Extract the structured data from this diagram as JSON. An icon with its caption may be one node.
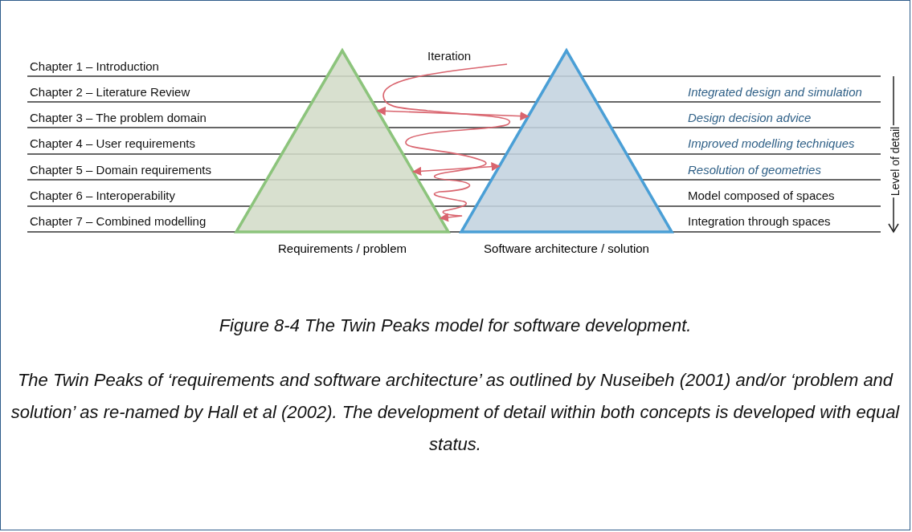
{
  "diagram": {
    "caption": "Figure 8-4 The Twin Peaks model for software development.",
    "nodes": [
      {
        "text": [
          "Requirements / problem"
        ]
      },
      {
        "text": [
          "Software architecture / solution"
        ]
      }
    ],
    "edges": [
      {
        "from": null,
        "to": 0,
        "arrow": "to",
        "label": "Iteration"
      },
      {
        "from": 0,
        "to": 1,
        "arrow": "both"
      },
      {
        "from": 0,
        "to": 1,
        "arrow": "both"
      }
    ],
    "labels": [
      "Chapter 1 – Introduction",
      "Chapter 2 – Literature Review",
      "Integrated design and simulation",
      "Chapter 3 – The problem domain",
      "Design decision advice",
      "Chapter 4 – User requirements",
      "Improved modelling techniques",
      "Chapter 5 – Domain requirements",
      "Resolution of geometries",
      "Chapter 6 – Interoperability",
      "Model composed of spaces",
      "Chapter 7 – Combined modelling",
      "Integration through spaces",
      "Level of detail",
      "The Twin Peaks of ‘requirements and software architecture’ as outlined by Nuseibeh (2001) and/or ‘problem and solution’ as re-named by Hall et al (2002).  The development of detail within both concepts is developed with equal status."
    ]
  }
}
